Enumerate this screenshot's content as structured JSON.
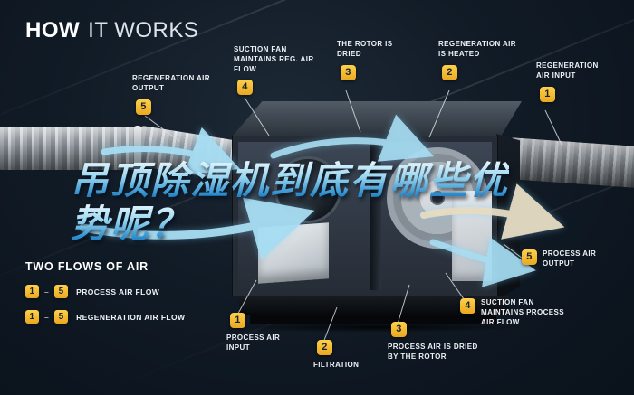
{
  "title": {
    "primary": "HOW",
    "secondary": "IT WORKS"
  },
  "headline": {
    "line1": "吊顶除湿机到底有哪些优",
    "line2": "势呢？"
  },
  "steps": [
    {
      "num": "5",
      "text": "REGENERATION AIR OUTPUT"
    },
    {
      "num": "4",
      "text": "SUCTION FAN MAINTAINS REG. AIR FLOW"
    },
    {
      "num": "3",
      "text": "THE ROTOR IS DRIED"
    },
    {
      "num": "2",
      "text": "REGENERATION AIR IS HEATED"
    },
    {
      "num": "1",
      "text": "REGENERATION AIR INPUT"
    },
    {
      "num": "5",
      "text": "PROCESS AIR OUTPUT"
    },
    {
      "num": "4",
      "text": "SUCTION FAN MAINTAINS PROCESS AIR FLOW"
    },
    {
      "num": "3",
      "text": "PROCESS AIR IS DRIED BY THE ROTOR"
    },
    {
      "num": "2",
      "text": "FILTRATION"
    },
    {
      "num": "1",
      "text": "PROCESS AIR INPUT"
    }
  ],
  "legend": {
    "title": "TWO FLOWS OF AIR",
    "separator": "–",
    "rows": [
      {
        "from": "1",
        "to": "5",
        "label": "PROCESS AIR FLOW"
      },
      {
        "from": "1",
        "to": "5",
        "label": "REGENERATION AIR FLOW"
      }
    ]
  },
  "colors": {
    "badge": "#F2B233",
    "flow_blue": "#A8DDF2",
    "flow_tan": "#E7DCC2",
    "background": "#0C1520"
  }
}
